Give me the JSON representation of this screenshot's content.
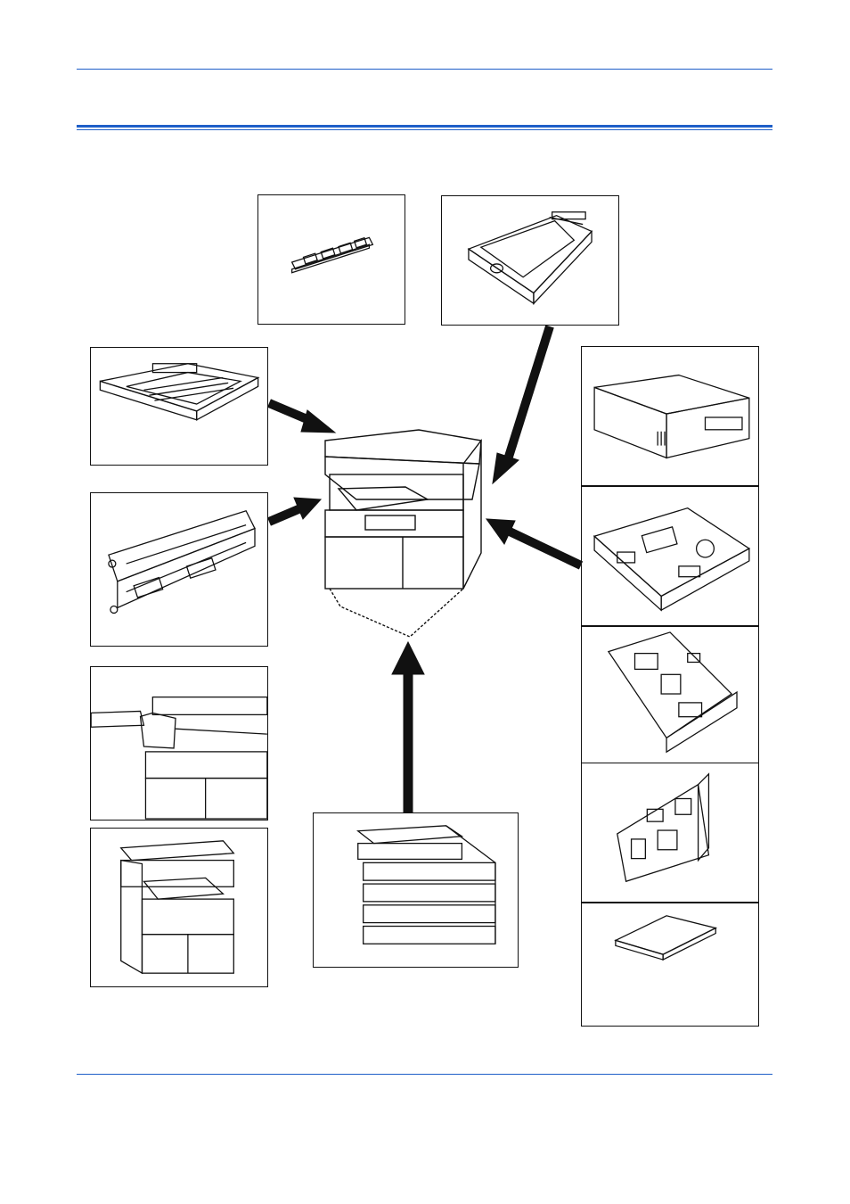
{
  "page": {
    "header_rule_color": "#1f5fc8",
    "heading_text": "",
    "footer_text": ""
  },
  "diagram": {
    "center_item": "copier-main-unit",
    "arrow_color": "#111111",
    "options": [
      {
        "id": "memory-module"
      },
      {
        "id": "hard-disk"
      },
      {
        "id": "document-processor"
      },
      {
        "id": "duplex-unit"
      },
      {
        "id": "job-separator-finisher"
      },
      {
        "id": "fax-kit-copier"
      },
      {
        "id": "paper-feeder"
      },
      {
        "id": "key-counter"
      },
      {
        "id": "printer-board"
      },
      {
        "id": "network-interface-card"
      },
      {
        "id": "expansion-board"
      },
      {
        "id": "compact-flash-card"
      }
    ]
  }
}
